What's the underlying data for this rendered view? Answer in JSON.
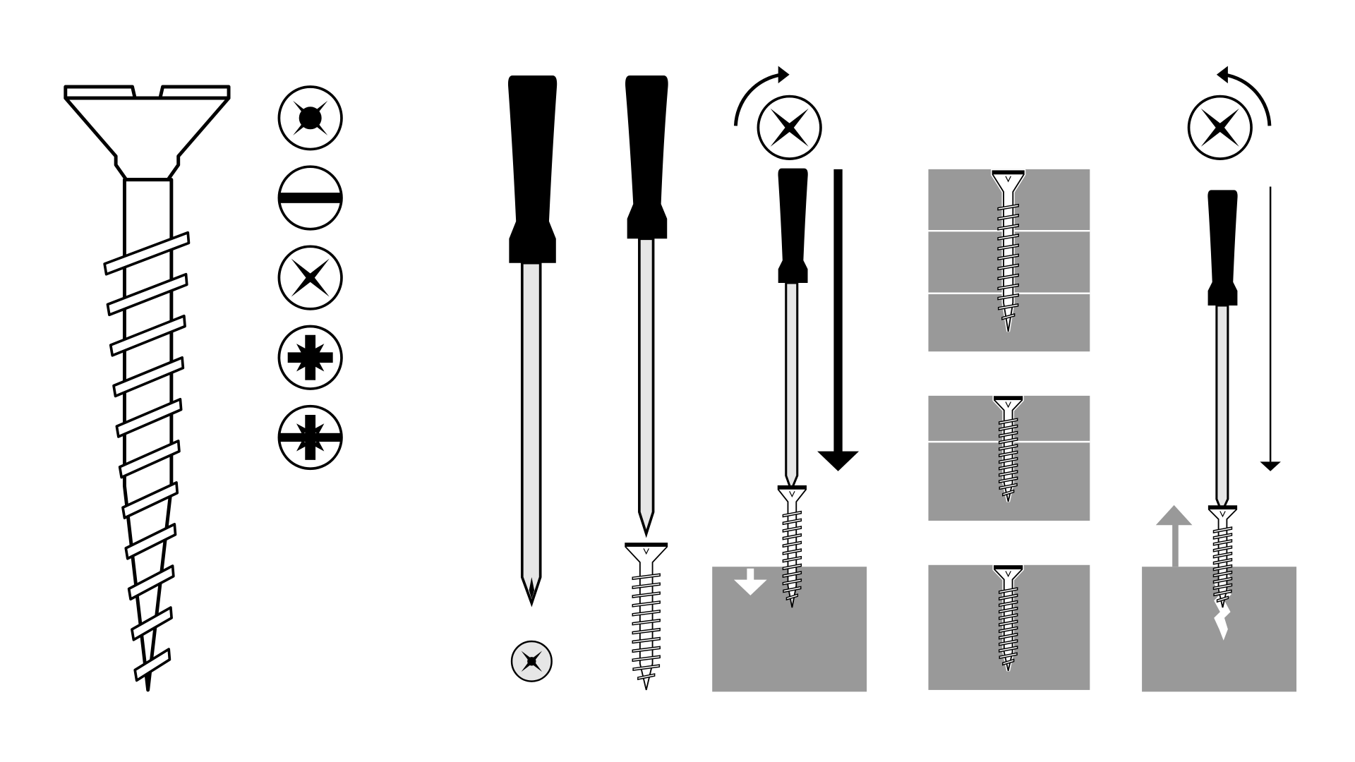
{
  "illustration": {
    "colors": {
      "background": "#ffffff",
      "ink": "#000000",
      "wood": "#999999",
      "steel": "#e6e6e6",
      "seam": "#ffffff"
    },
    "drive_types": [
      "torx-like-icon",
      "slotted-icon",
      "phillips-icon",
      "pozidriv-icon",
      "combo-slot-pozidriv-icon"
    ],
    "panels": [
      "screw-anatomy",
      "screwdrivers",
      "drive-clockwise",
      "layer-joins",
      "reverse-counterclockwise"
    ]
  }
}
